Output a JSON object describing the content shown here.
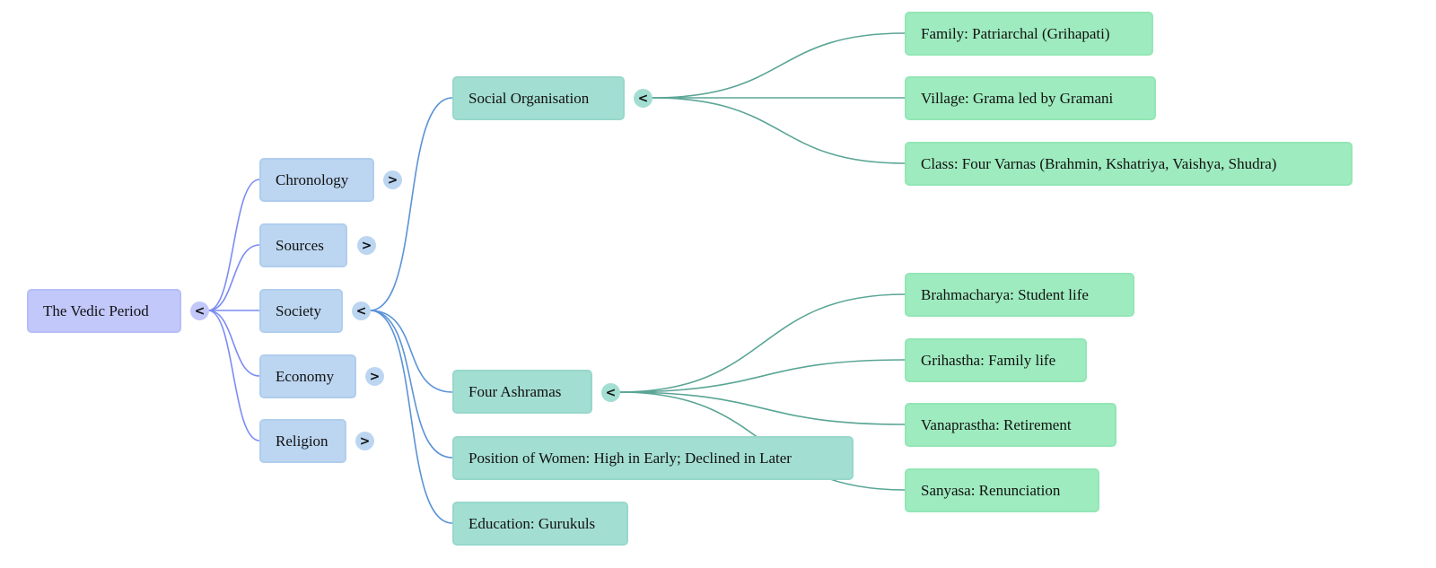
{
  "colors": {
    "root_edge": "#7b8cf3",
    "level1_edge": "#5b93d6",
    "level2_edge": "#5aa596"
  },
  "root": {
    "label": "The Vedic Period",
    "toggle": "<",
    "expanded": true
  },
  "branches": [
    {
      "label": "Chronology",
      "toggle": ">",
      "expanded": false
    },
    {
      "label": "Sources",
      "toggle": ">",
      "expanded": false
    },
    {
      "label": "Society",
      "toggle": "<",
      "expanded": true,
      "children": [
        {
          "label": "Social Organisation",
          "toggle": "<",
          "expanded": true,
          "children": [
            {
              "label": "Family: Patriarchal (Grihapati)"
            },
            {
              "label": "Village: Grama led by Gramani"
            },
            {
              "label": "Class: Four Varnas (Brahmin, Kshatriya, Vaishya, Shudra)"
            }
          ]
        },
        {
          "label": "Four Ashramas",
          "toggle": "<",
          "expanded": true,
          "children": [
            {
              "label": "Brahmacharya: Student life"
            },
            {
              "label": "Grihastha: Family life"
            },
            {
              "label": "Vanaprastha: Retirement"
            },
            {
              "label": "Sanyasa: Renunciation"
            }
          ]
        },
        {
          "label": "Position of Women: High in Early; Declined in Later"
        },
        {
          "label": "Education: Gurukuls"
        }
      ]
    },
    {
      "label": "Economy",
      "toggle": ">",
      "expanded": false
    },
    {
      "label": "Religion",
      "toggle": ">",
      "expanded": false
    }
  ]
}
